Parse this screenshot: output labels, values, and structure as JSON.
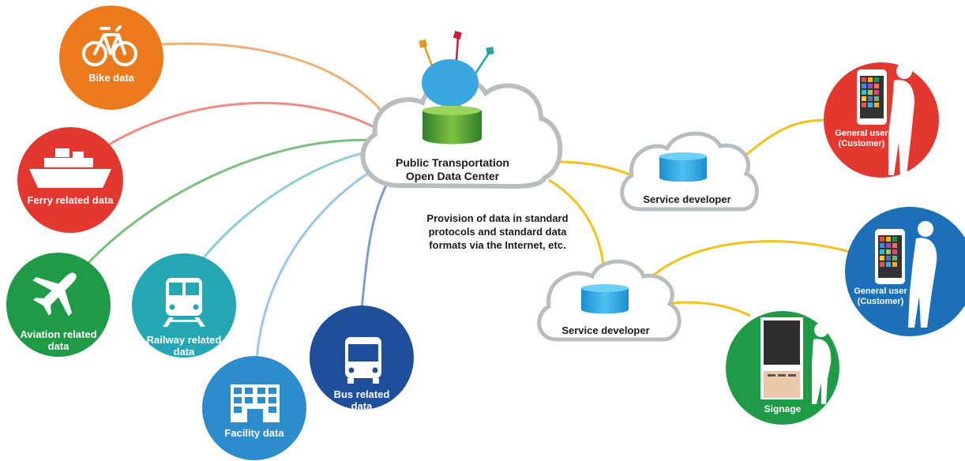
{
  "center": {
    "title_line1": "Public Transportation",
    "title_line2": "Open Data Center"
  },
  "caption": {
    "line1": "Provision of data in standard",
    "line2": "protocols and standard data",
    "line3": "formats via the Internet, etc."
  },
  "sources": {
    "bike": {
      "label": "Bike data",
      "color": "#ec7a1c",
      "icon": "bicycle-icon"
    },
    "ferry": {
      "label": "Ferry related data",
      "color": "#e2382f",
      "icon": "ship-icon"
    },
    "aviation": {
      "line1": "Aviation related",
      "line2": "data",
      "color": "#1f9a46",
      "icon": "airplane-icon"
    },
    "railway": {
      "line1": "Railway related",
      "line2": "data",
      "color": "#25a6b4",
      "icon": "train-icon"
    },
    "facility": {
      "label": "Facility data",
      "color": "#2d8dcc",
      "icon": "building-icon"
    },
    "bus": {
      "line1": "Bus related",
      "line2": "data",
      "color": "#1f4f9a",
      "icon": "bus-icon"
    }
  },
  "developers": {
    "top": {
      "label": "Service developer"
    },
    "bottom": {
      "label": "Service developer"
    }
  },
  "consumers": {
    "user_top": {
      "line1": "General user",
      "line2": "(Customer)",
      "color": "#e2382f"
    },
    "user_mid": {
      "line1": "General user",
      "line2": "(Customer)",
      "color": "#1d6fb8"
    },
    "signage": {
      "label": "Signage",
      "color": "#1f9a46"
    }
  },
  "colors": {
    "connector": "#f2c21b",
    "cloud_border": "#b9bdc0",
    "database": "#2aa1de",
    "green_bucket": "#4aa132"
  }
}
